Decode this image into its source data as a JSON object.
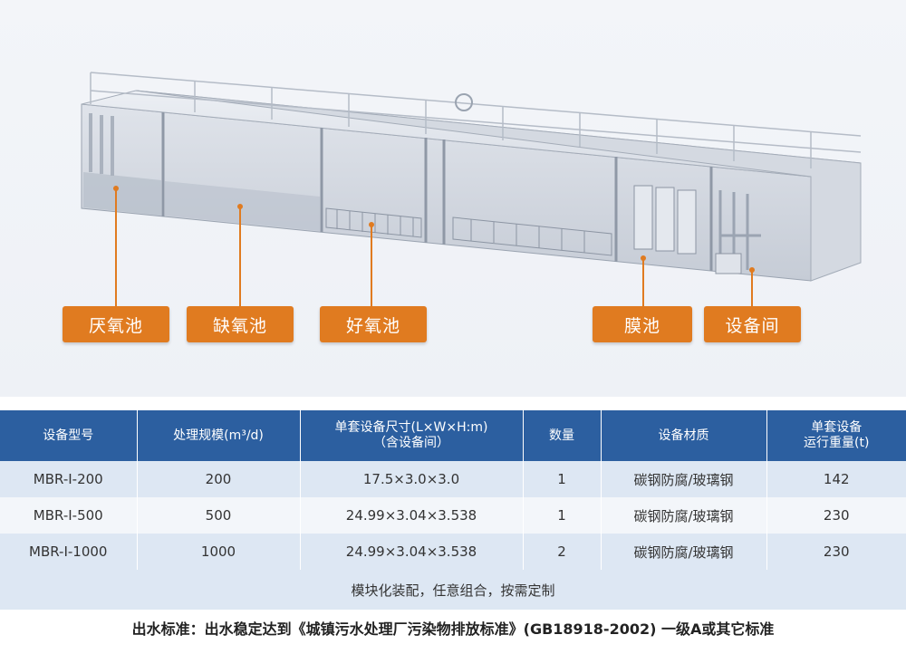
{
  "colors": {
    "accent": "#e07b20",
    "header": "#2c5fa0",
    "row_a": "#dde7f3",
    "row_b": "#f3f6fa"
  },
  "labels": [
    "厌氧池",
    "缺氧池",
    "好氧池",
    "膜池",
    "设备间"
  ],
  "table": {
    "headers": [
      {
        "line1": "设备型号",
        "line2": ""
      },
      {
        "line1": "处理规模(m³/d)",
        "line2": ""
      },
      {
        "line1": "单套设备尺寸(L×W×H:m)",
        "line2": "（含设备间）"
      },
      {
        "line1": "数量",
        "line2": ""
      },
      {
        "line1": "设备材质",
        "line2": ""
      },
      {
        "line1": "单套设备",
        "line2": "运行重量(t)"
      }
    ],
    "rows": [
      [
        "MBR-I-200",
        "200",
        "17.5×3.0×3.0",
        "1",
        "碳钢防腐/玻璃钢",
        "142"
      ],
      [
        "MBR-I-500",
        "500",
        "24.99×3.04×3.538",
        "1",
        "碳钢防腐/玻璃钢",
        "230"
      ],
      [
        "MBR-I-1000",
        "1000",
        "24.99×3.04×3.538",
        "2",
        "碳钢防腐/玻璃钢",
        "230"
      ]
    ],
    "note": "模块化装配，任意组合，按需定制"
  },
  "footer": "出水标准：出水稳定达到《城镇污水处理厂污染物排放标准》(GB18918-2002) 一级A或其它标准"
}
